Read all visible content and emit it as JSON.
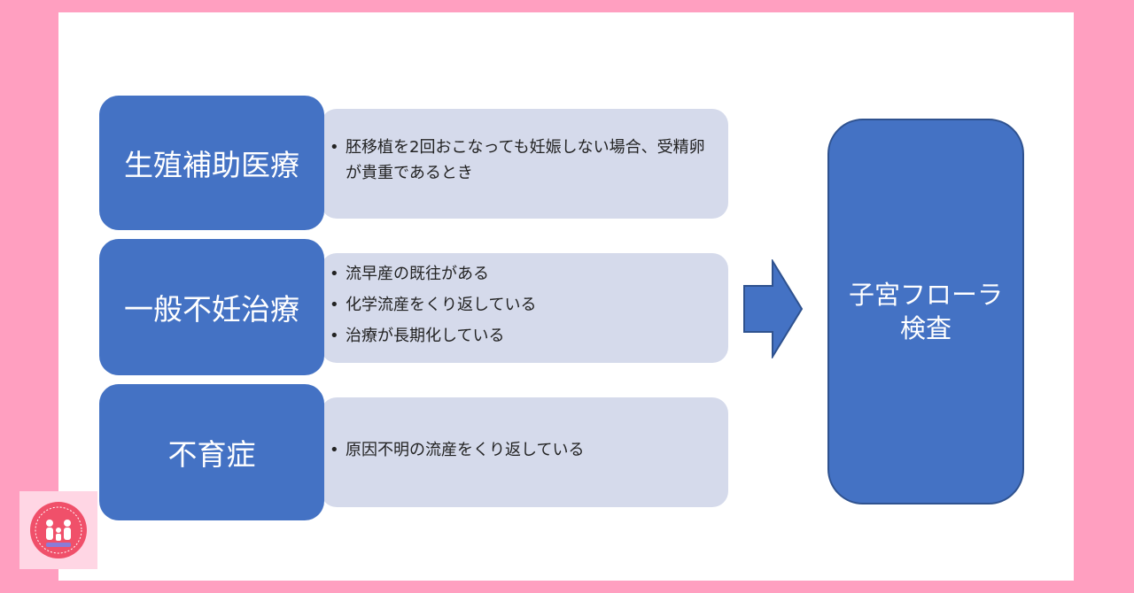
{
  "categories": [
    {
      "label": "生殖補助医療",
      "bullets": [
        "胚移植を2回おこなっても妊娠しない場合、受精卵が貴重であるとき"
      ]
    },
    {
      "label": "一般不妊治療",
      "bullets": [
        "流早産の既往がある",
        "化学流産をくり返している",
        "治療が長期化している"
      ]
    },
    {
      "label": "不育症",
      "bullets": [
        "原因不明の流産をくり返している"
      ]
    }
  ],
  "result": {
    "line1": "子宮フローラ",
    "line2": "検査"
  },
  "colors": {
    "accent": "#4472c4",
    "panel": "#d5daeb",
    "frame": "#ff9fc0"
  }
}
